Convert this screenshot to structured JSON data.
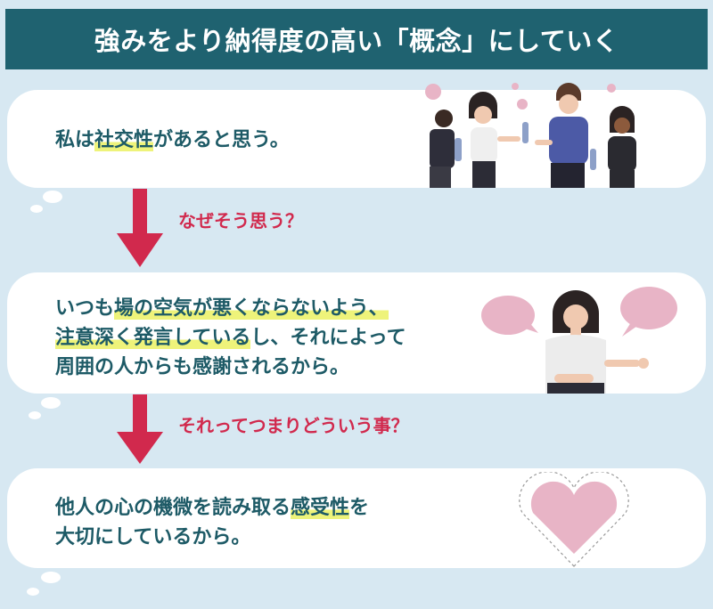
{
  "header": {
    "title": "強みをより納得度の高い「概念」にしていく"
  },
  "steps": [
    {
      "segments": [
        "私は",
        "社交性",
        "があると思う。"
      ]
    },
    {
      "line1": [
        "いつも",
        "場の空気が悪くならないよう、"
      ],
      "line2": [
        "注意深く発言している",
        "し、それによって"
      ],
      "line3": "周囲の人からも感謝されるから。"
    },
    {
      "line1": [
        "他人の心の機微を読み取る",
        "感受性",
        "を"
      ],
      "line2": "大切にしているから。"
    }
  ],
  "questions": {
    "q1": "なぜそう思う？",
    "q2": "それってつまりどういう事？"
  },
  "icons": {
    "step1": "people-party-illustration",
    "step2": "woman-speech-bubbles-illustration",
    "step3": "heart-icon"
  },
  "colors": {
    "header_bg": "#1f6270",
    "text": "#1d5a66",
    "highlight": "#eef37a",
    "arrow": "#d1294d",
    "background": "#d7e8f2",
    "heart": "#e8b4c6"
  }
}
